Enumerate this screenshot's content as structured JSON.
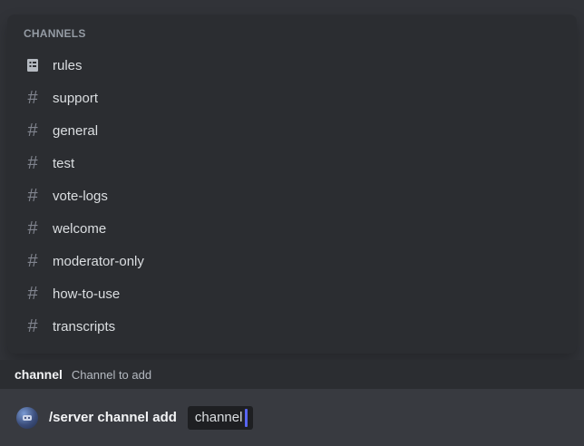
{
  "popup": {
    "header": "CHANNELS",
    "hash_glyph": "#",
    "channels": [
      {
        "name": "rules",
        "icon": "rules-channel-icon"
      },
      {
        "name": "support",
        "icon": "hash-icon"
      },
      {
        "name": "general",
        "icon": "hash-icon"
      },
      {
        "name": "test",
        "icon": "hash-icon"
      },
      {
        "name": "vote-logs",
        "icon": "hash-icon"
      },
      {
        "name": "welcome",
        "icon": "hash-icon"
      },
      {
        "name": "moderator-only",
        "icon": "hash-icon"
      },
      {
        "name": "how-to-use",
        "icon": "hash-icon"
      },
      {
        "name": "transcripts",
        "icon": "hash-icon"
      }
    ]
  },
  "footer": {
    "param": "channel",
    "description": "Channel to add"
  },
  "input": {
    "command": "/server channel add",
    "value": "channel"
  },
  "colors": {
    "popup_background": "#2b2d31",
    "main_background": "#313338",
    "input_background": "#383a40",
    "accent": "#5865f2",
    "channel_text": "#dbdee1",
    "muted_text": "#949ba4"
  }
}
